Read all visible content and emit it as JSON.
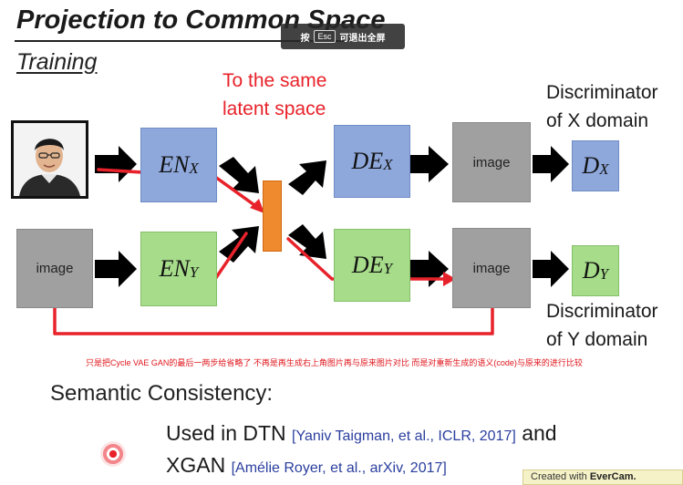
{
  "slide": {
    "title": "Projection to Common Space",
    "subtitle": "Training",
    "annotation_line1": "To the same",
    "annotation_line2": "latent space",
    "disc_x_line1": "Discriminator",
    "disc_x_line2": "of X domain",
    "disc_y_line1": "Discriminator",
    "disc_y_line2": "of Y domain",
    "image_label": "image",
    "en_x": "EN",
    "en_x_sub": "X",
    "en_y": "EN",
    "en_y_sub": "Y",
    "de_x": "DE",
    "de_x_sub": "X",
    "de_y": "DE",
    "de_y_sub": "Y",
    "d_x": "D",
    "d_x_sub": "X",
    "d_y": "D",
    "d_y_sub": "Y",
    "caption": "只是把Cycle VAE GAN的最后一两步给省略了 不再是再生成右上角图片再与原来图片对比 而是对重新生成的语义(code)与原来的进行比较",
    "semantic_title": "Semantic Consistency:",
    "used_in": "Used in DTN",
    "used_ref": "[Yaniv Taigman, et al., ICLR, 2017]",
    "used_and": "and",
    "xgan": "XGAN",
    "xgan_ref": "[Amélie Royer, et al., arXiv, 2017]"
  },
  "overlay": {
    "press": "按",
    "esc_key": "Esc",
    "exit_fullscreen": "可退出全屏"
  },
  "watermark": {
    "prefix": "Created with",
    "brand": "EverCam."
  },
  "colors": {
    "encoder_x": "#8ea8dc",
    "encoder_y": "#a6dc8a",
    "latent": "#ef8a2f",
    "image_box": "#a0a0a0",
    "red_path": "#e8222a"
  }
}
